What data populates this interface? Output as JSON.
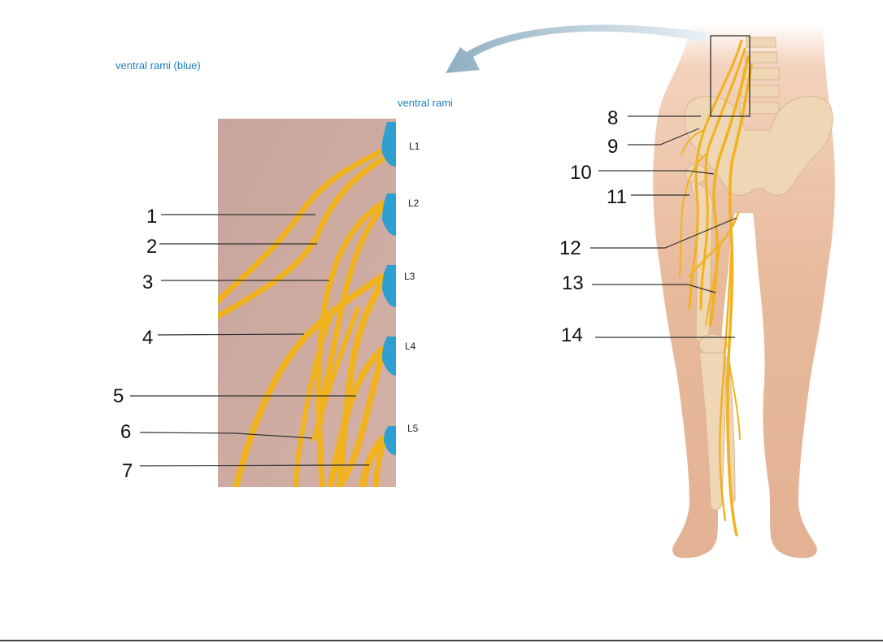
{
  "heading": "ventral rami (blue)",
  "inset_heading": "ventral rami",
  "levels": [
    "L1",
    "L2",
    "L3",
    "L4",
    "L5"
  ],
  "numbers": [
    "1",
    "2",
    "3",
    "4",
    "5",
    "6",
    "7",
    "8",
    "9",
    "10",
    "11",
    "12",
    "13",
    "14"
  ],
  "colors": {
    "nerve": "#f0b21e",
    "ramus": "#2e9fd1",
    "inset_bg": "#c8a49a",
    "skin": "#e9bda0",
    "bone": "#efd6b5",
    "arrow": "#9ab6c6",
    "label": "#1a7fc1"
  }
}
